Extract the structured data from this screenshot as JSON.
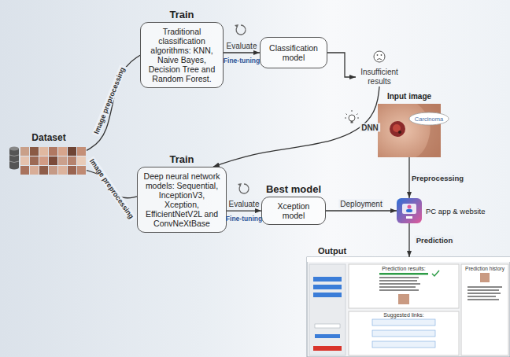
{
  "diagram": {
    "nodes": [
      {
        "text": [
          "Dataset"
        ]
      },
      {
        "text": [
          "Train",
          "Traditional classification algorithms: KNN, Naive Bayes, Decision Tree and Random Forest."
        ]
      },
      {
        "text": [
          "Classification model"
        ]
      },
      {
        "text": [
          "Insufficient results"
        ]
      },
      {
        "text": [
          "Train",
          "Deep neural network models: Sequential, InceptionV3, Xception, EfficientNetV2L and ConvNeXtBase"
        ]
      },
      {
        "text": [
          "Best model",
          "Xception model"
        ]
      },
      {
        "text": [
          "Input image"
        ]
      },
      {
        "text": [
          "PC app & website"
        ]
      },
      {
        "text": [
          "Output"
        ]
      }
    ],
    "edges": [
      {
        "from": 0,
        "to": 1,
        "label": "Image preprocessing",
        "arrow": "none"
      },
      {
        "from": 0,
        "to": 4,
        "label": "Image preprocessing",
        "arrow": "none"
      },
      {
        "from": 1,
        "to": 2,
        "label": "Evaluate",
        "arrow": "to"
      },
      {
        "from": 2,
        "to": 3,
        "arrow": "to"
      },
      {
        "from": 3,
        "to": 4,
        "label": "DNN",
        "arrow": "to"
      },
      {
        "from": 4,
        "to": 5,
        "label": "Evaluate",
        "arrow": "to"
      },
      {
        "from": 5,
        "to": 7,
        "label": "Deployment",
        "arrow": "to"
      },
      {
        "from": 6,
        "to": 7,
        "label": "Preprocessing",
        "arrow": "to"
      },
      {
        "from": 7,
        "to": 8,
        "label": "Prediction",
        "arrow": "to"
      }
    ],
    "labels": [
      "Fine-tuning",
      "Fine-tuning",
      "Carcinoma",
      "Prediction results:",
      "Suggested links:",
      "Prediction history"
    ]
  }
}
